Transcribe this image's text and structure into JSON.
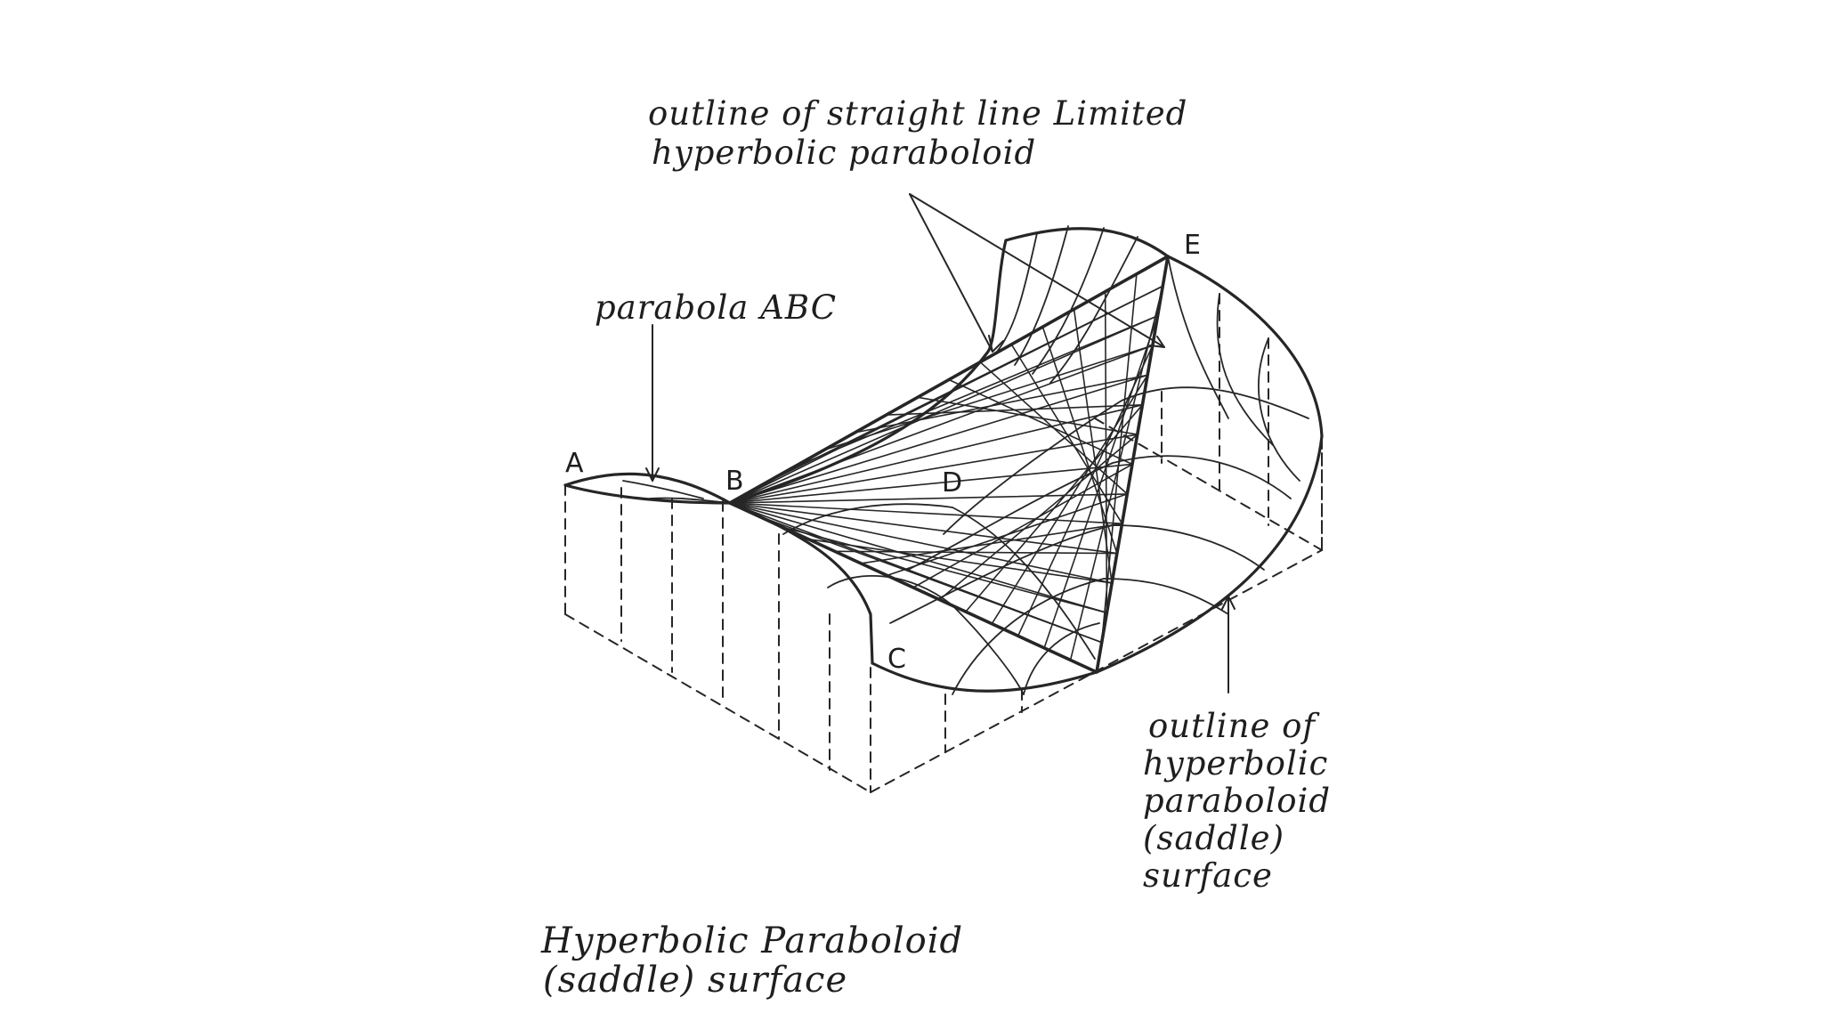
{
  "labels": {
    "top_callout": [
      "outline of straight line Limited",
      "hyperbolic paraboloid"
    ],
    "parabola_callout": "parabola ABC",
    "side_callout": [
      "outline of",
      "hyperbolic",
      "paraboloid",
      "(saddle)",
      "surface"
    ],
    "caption": [
      "Hyperbolic Paraboloid",
      "(saddle) surface"
    ]
  },
  "points": {
    "A": "A",
    "B": "B",
    "C": "C",
    "D": "D",
    "E": "E"
  },
  "colors": {
    "background": "#ffffff",
    "ink": "#262626"
  }
}
